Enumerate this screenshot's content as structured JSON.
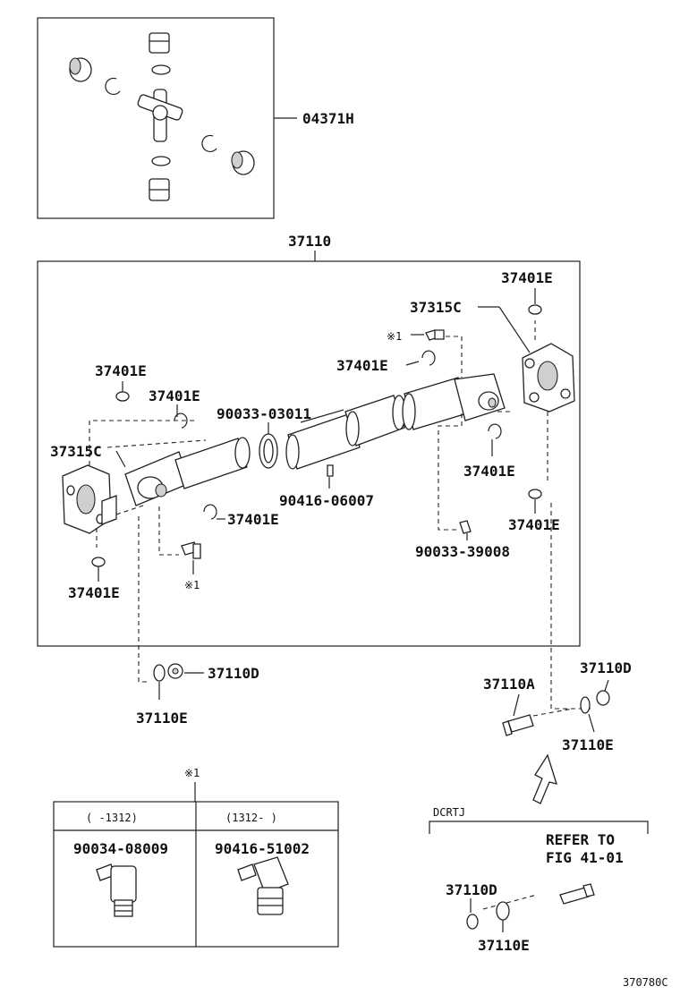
{
  "labels": {
    "kit": "04371H",
    "shaft": "37110",
    "washer_e_1": "37401E",
    "washer_e_2": "37401E",
    "washer_e_3": "37401E",
    "washer_e_4": "37401E",
    "washer_e_5": "37401E",
    "washer_e_6": "37401E",
    "washer_e_7": "37401E",
    "flange_left": "37315C",
    "flange_right": "37315C",
    "spacer": "90033-03011",
    "fitting_mid": "90416-06007",
    "fitting_right": "90033-39008",
    "note_top": "※1",
    "note_left": "※1",
    "nut_d_1": "37110D",
    "nut_d_2": "37110D",
    "nut_d_3": "37110D",
    "washer_w_1": "37110E",
    "washer_w_2": "37110E",
    "washer_w_3": "37110E",
    "bolt": "37110A",
    "note_table": "※1",
    "variant": "DCRTJ",
    "refer_line1": "REFER TO",
    "refer_line2": "FIG 41-01",
    "figure_id": "370780C"
  },
  "table": {
    "col1_header": "(      -1312)",
    "col2_header": "(1312-      )",
    "col1_part": "90034-08009",
    "col2_part": "90416-51002"
  }
}
